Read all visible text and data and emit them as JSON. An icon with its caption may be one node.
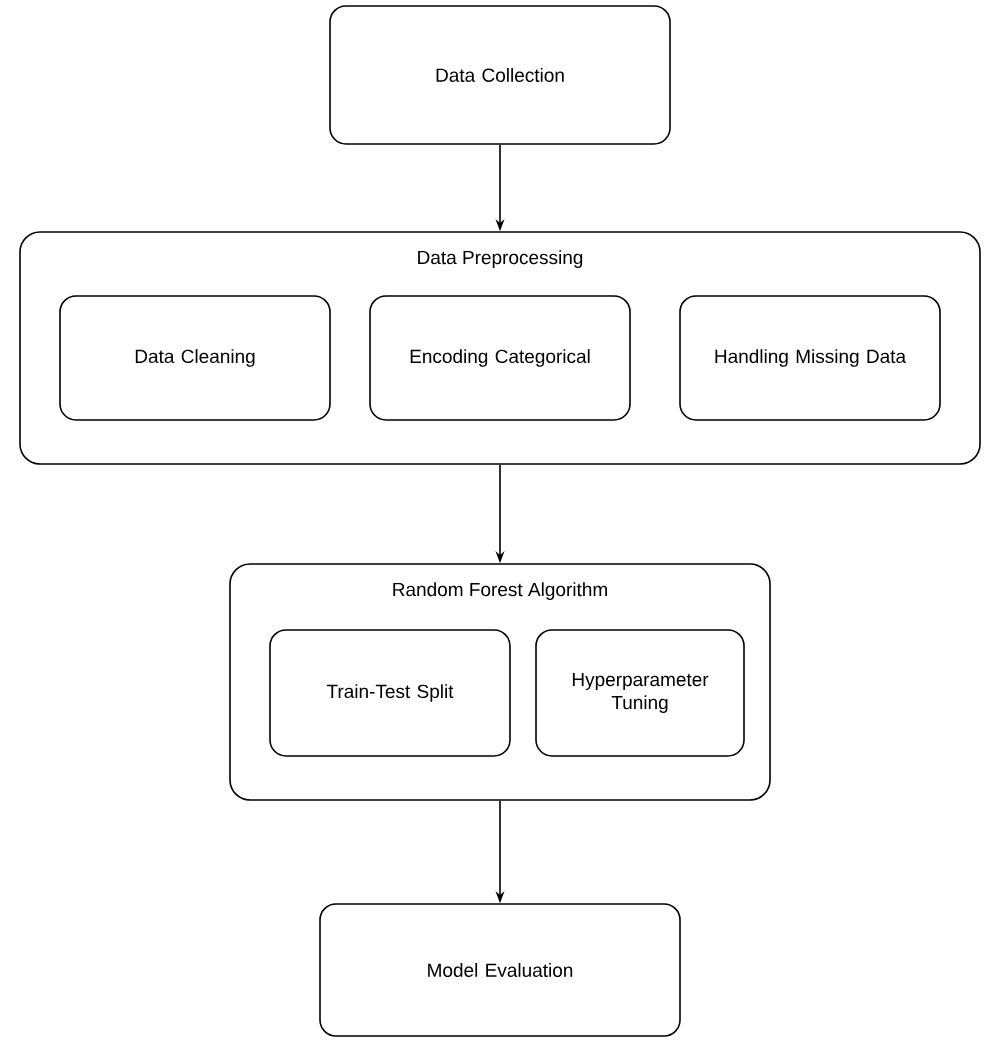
{
  "diagram": {
    "nodes": [
      {
        "text": [
          "Data Collection"
        ]
      },
      {
        "text": [
          "Data Preprocessing"
        ]
      },
      {
        "text": [
          "Data Cleaning"
        ],
        "in": 1
      },
      {
        "text": [
          "Encoding Categorical"
        ],
        "in": 1
      },
      {
        "text": [
          "Handling Missing Data"
        ],
        "in": 1
      },
      {
        "text": [
          "Random Forest Algorithm"
        ]
      },
      {
        "text": [
          "Train-Test Split"
        ],
        "in": 5
      },
      {
        "text": [
          "Hyperparameter Tuning"
        ],
        "in": 5
      },
      {
        "text": [
          "Model Evaluation"
        ]
      }
    ],
    "edges": [
      {
        "from": 0,
        "to": 1,
        "arrow": "to"
      },
      {
        "from": 1,
        "to": 5,
        "arrow": "to"
      },
      {
        "from": 5,
        "to": 8,
        "arrow": "to"
      }
    ]
  }
}
